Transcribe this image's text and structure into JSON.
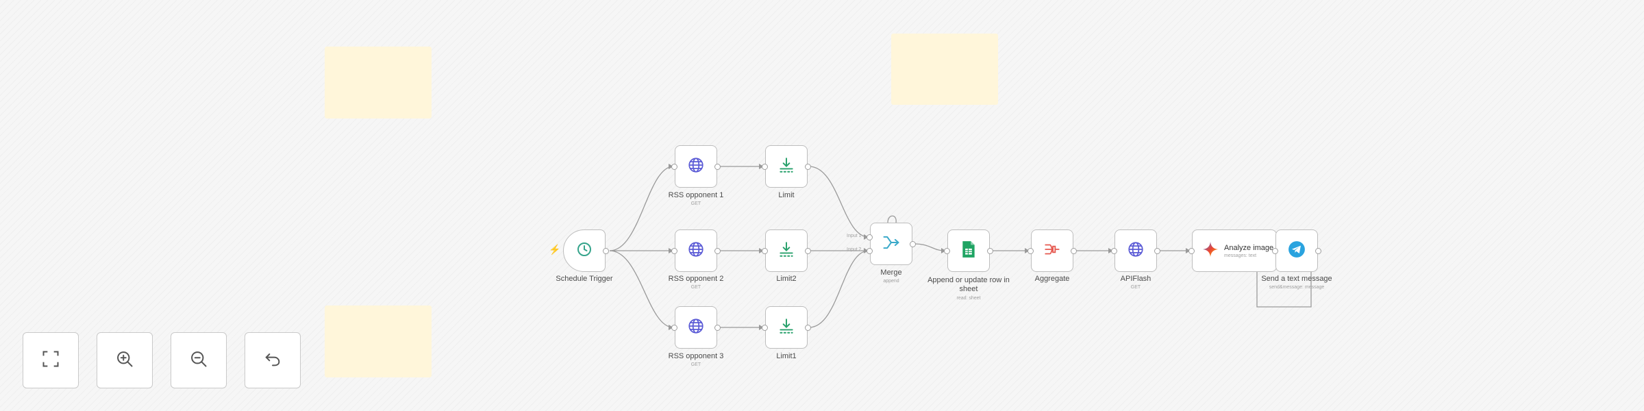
{
  "canvas": {
    "sticky_notes": [
      "",
      "",
      ""
    ]
  },
  "nodes": {
    "schedule_trigger": {
      "label": "Schedule Trigger",
      "icon": "clock-icon"
    },
    "rss1": {
      "label": "RSS opponent 1",
      "sub": "GET",
      "icon": "globe-icon"
    },
    "rss2": {
      "label": "RSS opponent 2",
      "sub": "GET",
      "icon": "globe-icon"
    },
    "rss3": {
      "label": "RSS opponent 3",
      "sub": "GET",
      "icon": "globe-icon"
    },
    "limit": {
      "label": "Limit",
      "icon": "limit-icon"
    },
    "limit2": {
      "label": "Limit2",
      "icon": "limit-icon"
    },
    "limit1": {
      "label": "Limit1",
      "icon": "limit-icon"
    },
    "merge": {
      "label": "Merge",
      "sub": "append",
      "input1": "Input 1",
      "input2": "Input 2",
      "icon": "merge-icon"
    },
    "sheets": {
      "label": "Append or update row in sheet",
      "sub": "read: sheet",
      "icon": "google-sheets-icon"
    },
    "aggregate": {
      "label": "Aggregate",
      "icon": "aggregate-icon"
    },
    "apiflash": {
      "label": "APIFlash",
      "sub": "GET",
      "icon": "globe-icon"
    },
    "analyze": {
      "label": "Analyze image",
      "sub": "messages: text",
      "icon": "gemini-icon"
    },
    "telegram": {
      "label": "Send a text message",
      "sub": "send&message: message",
      "icon": "telegram-icon"
    }
  },
  "controls": {
    "fit_view": "fit-view-icon",
    "zoom_in": "zoom-in-icon",
    "zoom_out": "zoom-out-icon",
    "undo": "undo-icon"
  },
  "colors": {
    "globe": "#5b5bd6",
    "limit": "#27a06b",
    "merge": "#3aa9c9",
    "sheets": "#1fa463",
    "aggregate": "#e5584f",
    "telegram": "#2aa3df",
    "trigger": "#35a48b",
    "sticky": "#fff6da"
  }
}
